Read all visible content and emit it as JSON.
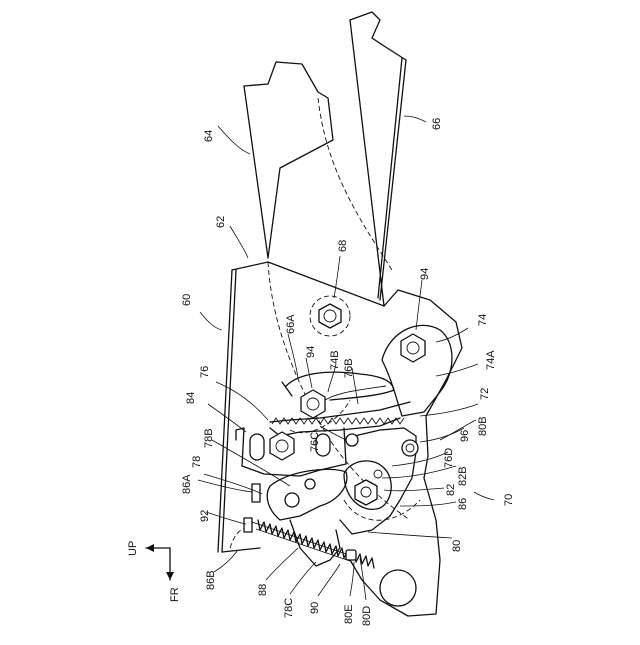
{
  "labels": {
    "l60": "60",
    "l62": "62",
    "l64": "64",
    "l66": "66",
    "l66A": "66A",
    "l68": "68",
    "l70": "70",
    "l72": "72",
    "l74": "74",
    "l74A": "74A",
    "l74B": "74B",
    "l76": "76",
    "l76B": "76B",
    "l76C": "76C",
    "l76D": "76D",
    "l78": "78",
    "l78B": "78B",
    "l78C": "78C",
    "l80": "80",
    "l80B": "80B",
    "l80D": "80D",
    "l80E": "80E",
    "l82": "82",
    "l82B": "82B",
    "l84": "84",
    "l86": "86",
    "l86A": "86A",
    "l86B": "86B",
    "l88": "88",
    "l90": "90",
    "l92": "92",
    "l94a": "94",
    "l94b": "94",
    "l96": "96"
  },
  "directions": {
    "up": "UP",
    "front": "FR"
  }
}
